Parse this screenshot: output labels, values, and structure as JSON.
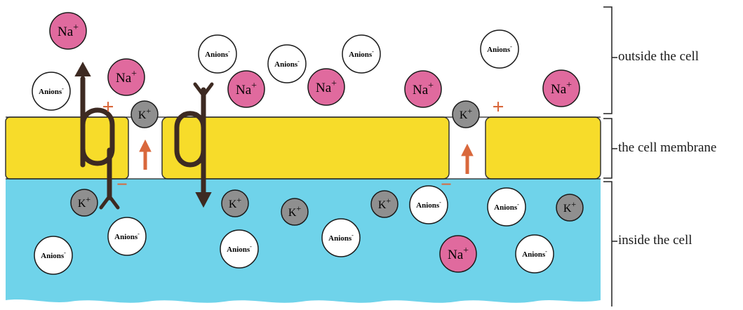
{
  "labels": {
    "outside": "outside the cell",
    "membrane": "the cell membrane",
    "inside": "inside the cell"
  },
  "ions": {
    "sodium": "Na",
    "potassium": "K",
    "anion": "Anions",
    "cation_charge": "+",
    "anion_charge": "-"
  },
  "charges": {
    "positive": "+",
    "negative": "−"
  },
  "colors": {
    "outside_bg": "#ffffff",
    "inside_fluid": "#6fd3ea",
    "membrane": "#f7dc2a",
    "sodium_ion": "#e06a9e",
    "potassium_ion": "#8f8f8f",
    "anion_fill": "#ffffff",
    "charge_marker": "#d9683c",
    "channel_arrow": "#3d2a22"
  },
  "icons": {
    "channel_out": "efflux-arrow-icon",
    "channel_in": "influx-arrow-icon",
    "flow_up": "upward-flow-arrow-icon"
  }
}
